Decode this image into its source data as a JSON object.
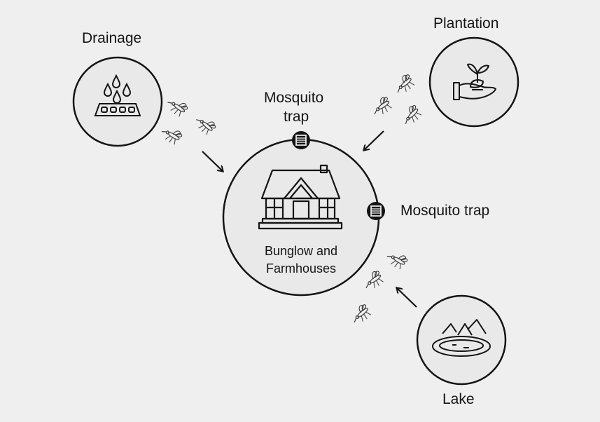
{
  "nodes": {
    "center": {
      "line1": "Bunglow and",
      "line2": "Farmhouses",
      "icon": "house-icon"
    },
    "drainage": {
      "label": "Drainage",
      "icon": "drainage-icon"
    },
    "plantation": {
      "label": "Plantation",
      "icon": "plant-in-hand-icon"
    },
    "lake": {
      "label": "Lake",
      "icon": "lake-icon"
    }
  },
  "traps": {
    "top": {
      "line1": "Mosquito",
      "line2": "trap",
      "icon": "mosquito-trap-icon"
    },
    "right": {
      "label": "Mosquito trap",
      "icon": "mosquito-trap-icon"
    }
  },
  "decor": {
    "mosquito_icon": "mosquito-icon",
    "arrow_icon": "arrow-icon"
  },
  "colors": {
    "background": "#efefef",
    "stroke": "#141414",
    "fill": "#e9e9e9"
  }
}
